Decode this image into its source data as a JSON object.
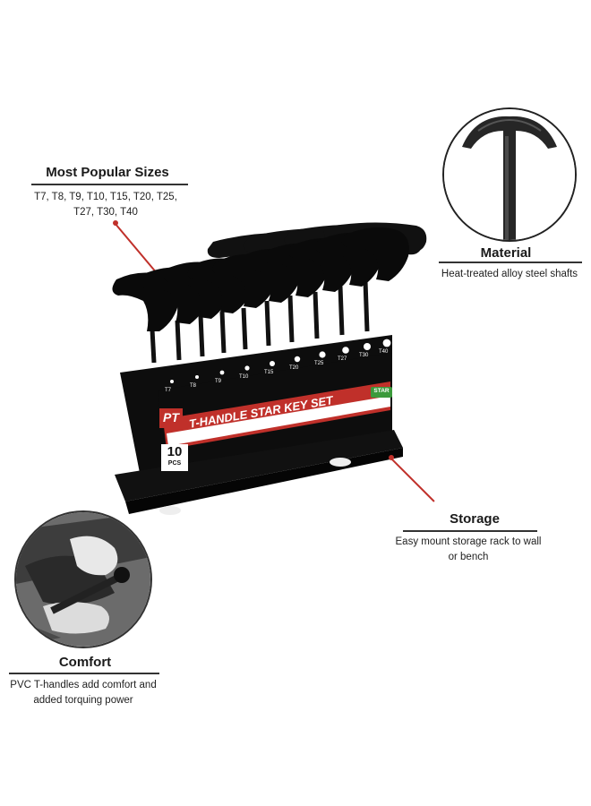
{
  "callouts": {
    "sizes": {
      "title": "Most Popular Sizes",
      "text_lines": [
        "T7, T8, T9, T10, T15, T20, T25,",
        "T27, T30, T40"
      ]
    },
    "material": {
      "title": "Material",
      "text": "Heat-treated alloy steel shafts"
    },
    "storage": {
      "title": "Storage",
      "text_lines": [
        "Easy mount storage rack to wall",
        "or bench"
      ]
    },
    "comfort": {
      "title": "Comfort",
      "text_lines": [
        "PVC T-handles add comfort and",
        "added torquing power"
      ]
    }
  },
  "product": {
    "banner_text": "T-HANDLE STAR KEY SET",
    "count": "10",
    "count_unit": "PCS",
    "brand": "PT",
    "badge": "STAR",
    "size_labels": [
      "T7",
      "T8",
      "T9",
      "T10",
      "T15",
      "T20",
      "T25",
      "T27",
      "T30",
      "T40"
    ]
  },
  "colors": {
    "accent": "#c0302a",
    "handle": "#111111",
    "rack": "#0d0d0d",
    "banner_red": "#c0302a"
  }
}
